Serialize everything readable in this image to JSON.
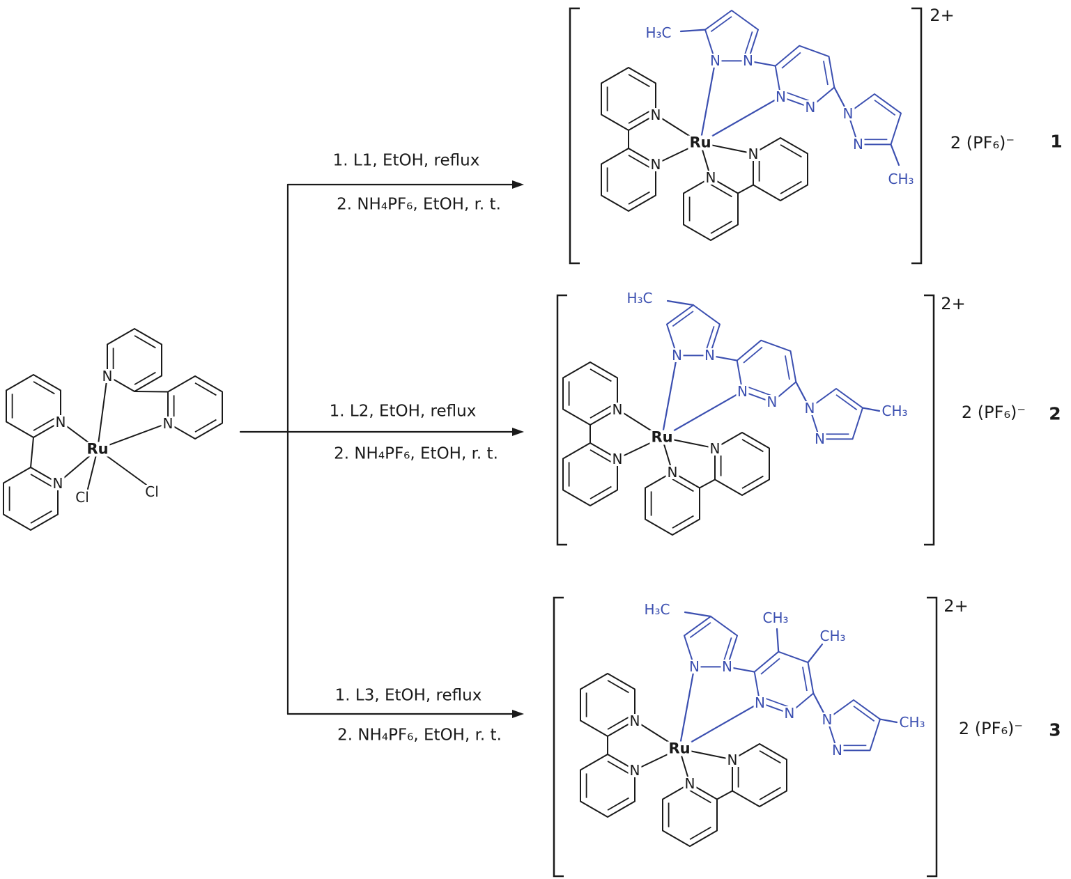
{
  "figure": {
    "type": "reaction-scheme",
    "description": "Synthesis of ruthenium bipyridine pyrazolyl-pyridazine complexes 1-3 from Ru(bpy)2Cl2",
    "colors": {
      "black": "#1a1a1a",
      "blue": "#3b4fb0"
    }
  },
  "atoms": {
    "N": "N",
    "Ru": "Ru",
    "Cl": "Cl",
    "CH3": "CH₃",
    "H3C": "H₃C"
  },
  "reactions": [
    {
      "id": "reaction-1",
      "steps": [
        "1. L1, EtOH, reflux",
        "2. NH₄PF₆, EtOH, r. t."
      ]
    },
    {
      "id": "reaction-2",
      "steps": [
        "1. L2, EtOH, reflux",
        "2. NH₄PF₆, EtOH, r. t."
      ]
    },
    {
      "id": "reaction-3",
      "steps": [
        "1. L3, EtOH, reflux",
        "2. NH₄PF₆, EtOH, r. t."
      ]
    }
  ],
  "products": [
    {
      "charge": "2+",
      "counterion": "2 (PF₆)⁻",
      "number": "1"
    },
    {
      "charge": "2+",
      "counterion": "2 (PF₆)⁻",
      "number": "2"
    },
    {
      "charge": "2+",
      "counterion": "2 (PF₆)⁻",
      "number": "3"
    }
  ]
}
